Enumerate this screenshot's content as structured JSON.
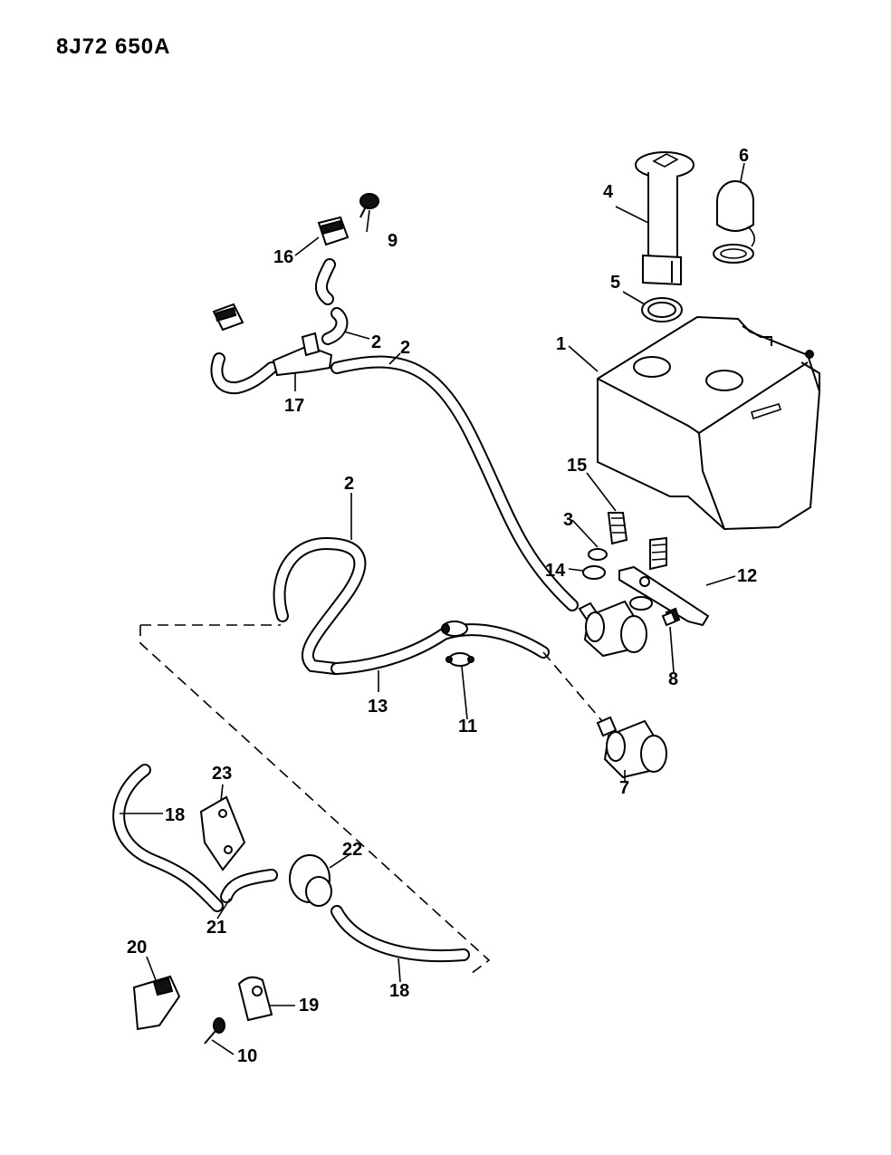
{
  "diagram": {
    "code": "8J72 650A",
    "callouts": [
      {
        "id": "1",
        "label": "1"
      },
      {
        "id": "2a",
        "label": "2"
      },
      {
        "id": "2b",
        "label": "2"
      },
      {
        "id": "2c",
        "label": "2"
      },
      {
        "id": "3",
        "label": "3"
      },
      {
        "id": "4",
        "label": "4"
      },
      {
        "id": "5",
        "label": "5"
      },
      {
        "id": "6",
        "label": "6"
      },
      {
        "id": "7",
        "label": "7"
      },
      {
        "id": "8",
        "label": "8"
      },
      {
        "id": "9",
        "label": "9"
      },
      {
        "id": "10",
        "label": "10"
      },
      {
        "id": "11",
        "label": "11"
      },
      {
        "id": "12",
        "label": "12"
      },
      {
        "id": "13",
        "label": "13"
      },
      {
        "id": "14",
        "label": "14"
      },
      {
        "id": "15",
        "label": "15"
      },
      {
        "id": "16",
        "label": "16"
      },
      {
        "id": "17",
        "label": "17"
      },
      {
        "id": "18a",
        "label": "18"
      },
      {
        "id": "18b",
        "label": "18"
      },
      {
        "id": "19",
        "label": "19"
      },
      {
        "id": "20",
        "label": "20"
      },
      {
        "id": "21",
        "label": "21"
      },
      {
        "id": "22",
        "label": "22"
      },
      {
        "id": "23",
        "label": "23"
      }
    ]
  }
}
